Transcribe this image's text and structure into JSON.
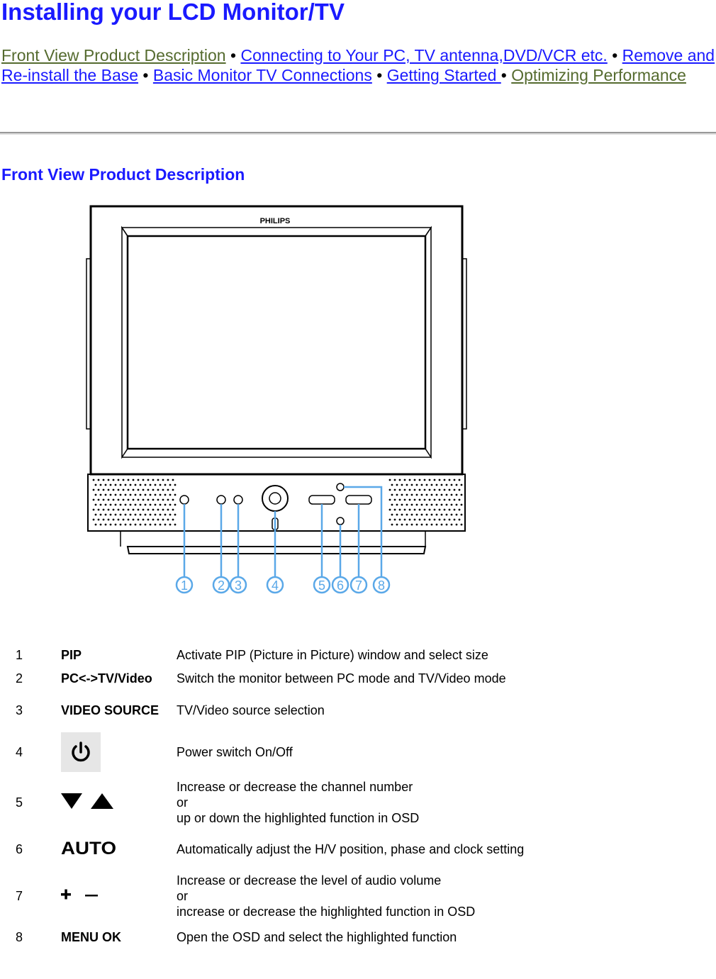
{
  "page": {
    "title": "Installing your LCD Monitor/TV",
    "section_title": "Front View Product Description"
  },
  "nav": {
    "links": [
      {
        "label": "Front View Product Description",
        "state": "visited"
      },
      {
        "label": "Connecting to Your PC, TV antenna,DVD/VCR etc.",
        "state": "link"
      },
      {
        "label": "Remove and Re-install the Base",
        "state": "link"
      },
      {
        "label": "Basic Monitor TV Connections",
        "state": "link"
      },
      {
        "label": "Getting Started ",
        "state": "link"
      },
      {
        "label": "Optimizing Performance",
        "state": "visited"
      }
    ],
    "separator": " • "
  },
  "figure": {
    "brand": "PHILIPS",
    "callouts": [
      "1",
      "2",
      "3",
      "4",
      "5",
      "6",
      "7",
      "8"
    ]
  },
  "legend": [
    {
      "num": "1",
      "name": "PIP",
      "desc": "Activate PIP (Picture in Picture) window and select size"
    },
    {
      "num": "2",
      "name": "PC<->TV/Video",
      "desc": "Switch the monitor between PC mode and TV/Video mode"
    },
    {
      "num": "3",
      "name": "VIDEO SOURCE",
      "desc": "TV/Video source selection"
    },
    {
      "num": "4",
      "name": "",
      "icon": "power-icon",
      "desc": "Power switch On/Off"
    },
    {
      "num": "5",
      "name": "",
      "icon": "down-up-arrows-icon",
      "desc": "Increase or decrease the channel number\nor\nup or down the highlighted function in OSD"
    },
    {
      "num": "6",
      "name": "AUTO",
      "icon": "auto-icon",
      "desc": "Automatically adjust the H/V position, phase and clock setting"
    },
    {
      "num": "7",
      "name": "+ –",
      "icon": "plus-minus-icon",
      "desc": "Increase or decrease the level of audio volume\nor\nincrease or decrease the highlighted function in OSD"
    },
    {
      "num": "8",
      "name": "MENU OK",
      "desc": "Open the OSD and select the highlighted function"
    }
  ],
  "colors": {
    "heading": "#1a1aff",
    "link": "#1a1aff",
    "visited": "#556b2f",
    "callout": "#5aa8e8"
  }
}
